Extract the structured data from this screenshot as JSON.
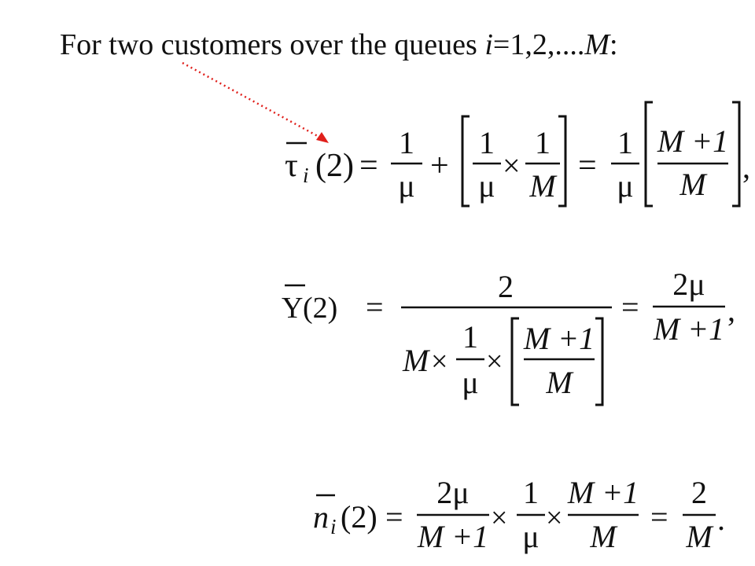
{
  "heading": {
    "prefix": "For two customers over the queues ",
    "var_i": "i",
    "equals": "=1,2,....",
    "var_M": "M",
    "colon": ":"
  },
  "colors": {
    "text": "#111111",
    "annotation_arrow": "#e0201c"
  },
  "eq1": {
    "lhs_symbol": "τ",
    "lhs_sub": "i",
    "lhs_arg": "(2)",
    "equals": "=",
    "t1_num": "1",
    "t1_den": "μ",
    "plus": "+",
    "t2_num_a": "1",
    "t2_den_a": "μ",
    "times": "×",
    "t2_num_b": "1",
    "t2_den_b": "M",
    "equals2": "=",
    "t3_num": "1",
    "t3_den": "μ",
    "t4_num": "M +1",
    "t4_den": "M",
    "trail": ","
  },
  "eq2": {
    "lhs_symbol": "Y",
    "lhs_arg": "(2)",
    "equals": "=",
    "num": "2",
    "den_M": "M",
    "times": "×",
    "den_frac_num": "1",
    "den_frac_den": "μ",
    "times2": "×",
    "den_br_num": "M +1",
    "den_br_den": "M",
    "equals2": "=",
    "res_num": "2μ",
    "res_den": "M +1",
    "trail": ","
  },
  "eq3": {
    "lhs_symbol": "n",
    "lhs_sub": "i",
    "lhs_arg": "(2)",
    "equals": "=",
    "f1_num": "2μ",
    "f1_den": "M +1",
    "times": "×",
    "f2_num": "1",
    "f2_den": "μ",
    "times2": "×",
    "f3_num": "M +1",
    "f3_den": "M",
    "equals2": "=",
    "res_num": "2",
    "res_den": "M",
    "trail": "."
  }
}
